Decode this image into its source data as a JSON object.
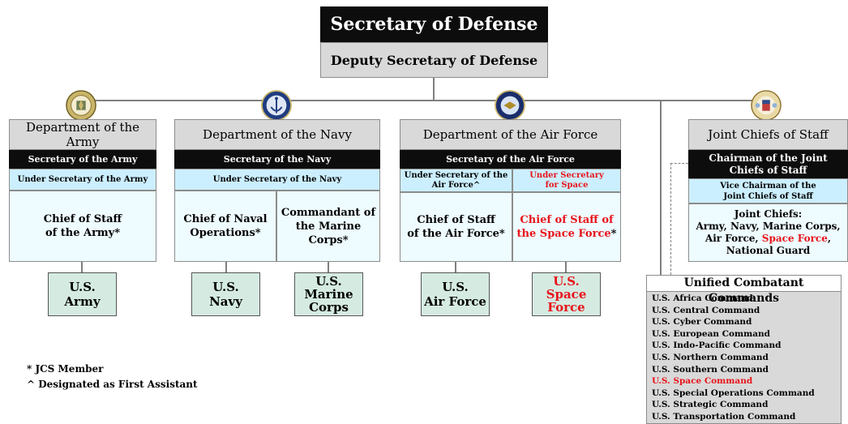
{
  "secdef": {
    "title": "Secretary of Defense",
    "deputy": "Deputy Secretary of Defense"
  },
  "army": {
    "seal_icon": "army-seal-icon",
    "title": "Department of the Army",
    "secretary": "Secretary of the Army",
    "under": "Under Secretary of the Army",
    "chief_line1": "Chief of Staff",
    "chief_line2": "of the Army*",
    "service_line1": "U.S.",
    "service_line2": "Army"
  },
  "navy": {
    "seal_icon": "navy-seal-icon",
    "title": "Department of the Navy",
    "secretary": "Secretary of the Navy",
    "under": "Under Secretary of the Navy",
    "cno_line1": "Chief of Naval",
    "cno_line2": "Operations*",
    "cmc_line1": "Commandant of",
    "cmc_line2": "the Marine Corps*",
    "navy_line1": "U.S.",
    "navy_line2": "Navy",
    "marine_line1": "U.S.",
    "marine_line2": "Marine",
    "marine_line3": "Corps"
  },
  "airforce": {
    "seal_icon": "air-force-seal-icon",
    "title": "Department of the Air Force",
    "secretary": "Secretary of the Air Force",
    "under_af_line1": "Under Secretary of the",
    "under_af_line2": "Air Force^",
    "under_space_line1": "Under Secretary",
    "under_space_line2": "for Space",
    "csaf_line1": "Chief of Staff",
    "csaf_line2": "of the Air Force*",
    "cso_line1": "Chief of Staff of",
    "cso_line2": "the Space Force",
    "cso_star": "*",
    "af_line1": "U.S.",
    "af_line2": "Air Force",
    "sf_line1": "U.S.",
    "sf_line2": "Space",
    "sf_line3": "Force"
  },
  "jcs": {
    "seal_icon": "joint-chiefs-seal-icon",
    "title": "Joint Chiefs of Staff",
    "chairman_line1": "Chairman of the Joint",
    "chairman_line2": "Chiefs of Staff",
    "vice_line1": "Vice Chairman of the",
    "vice_line2": "Joint Chiefs of Staff",
    "members_line1": "Joint Chiefs:",
    "members_line2": "Army, Navy, Marine Corps,",
    "members_line3a": "Air Force, ",
    "members_line3b": "Space Force",
    "members_line3c": ",",
    "members_line4": "National Guard"
  },
  "ucc": {
    "title": "Unified Combatant Commands",
    "commands": [
      "U.S. Africa Command",
      "U.S. Central Command",
      "U.S. Cyber Command",
      "U.S. European Command",
      "U.S. Indo-Pacific Command",
      "U.S. Northern Command",
      "U.S. Southern Command",
      "U.S. Space Command",
      "U.S. Special Operations Command",
      "U.S. Strategic Command",
      "U.S. Transportation Command"
    ]
  },
  "legend": {
    "jcs_member": "* JCS Member",
    "first_assistant": "^ Designated as First Assistant"
  },
  "colors": {
    "highlight_red": "#e8141b",
    "header_black": "#0d0d0d",
    "pale_blue": "#ccefff",
    "service_green": "#d5ebe1"
  }
}
